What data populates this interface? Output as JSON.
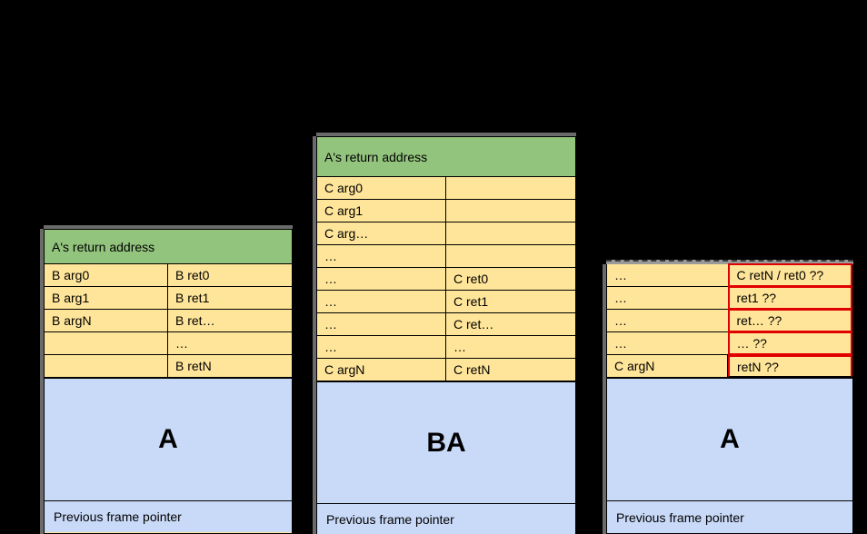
{
  "background_color": "#000000",
  "palette": {
    "header_green": "#93c47d",
    "cell_yellow": "#ffe599",
    "body_blue": "#c9daf8",
    "highlight_red": "#e00000",
    "border_black": "#000000",
    "shadow_gray": "#6b6b6b"
  },
  "diagrams": [
    {
      "id": "left",
      "header": "A's return address",
      "rows": [
        {
          "left": "B arg0",
          "right": "B ret0"
        },
        {
          "left": "B arg1",
          "right": "B ret1"
        },
        {
          "left": "B argN",
          "right": "B ret…"
        },
        {
          "left": "",
          "right": "…"
        },
        {
          "left": "",
          "right": "B retN"
        }
      ],
      "body_label": "A",
      "footer": "Previous frame pointer"
    },
    {
      "id": "middle",
      "header": "A's return address",
      "rows": [
        {
          "left": "C arg0",
          "right": ""
        },
        {
          "left": "C arg1",
          "right": ""
        },
        {
          "left": "C arg…",
          "right": ""
        },
        {
          "left": "…",
          "right": ""
        },
        {
          "left": "…",
          "right": "C ret0"
        },
        {
          "left": "…",
          "right": "C ret1"
        },
        {
          "left": "…",
          "right": "C ret…"
        },
        {
          "left": "…",
          "right": "…"
        },
        {
          "left": "C argN",
          "right": "C retN"
        }
      ],
      "body_label": "BA",
      "footer": "Previous frame pointer"
    },
    {
      "id": "right",
      "header": null,
      "rows": [
        {
          "left": "…",
          "right": "C retN / ret0 ??",
          "highlight": true
        },
        {
          "left": "…",
          "right": "ret1 ??",
          "highlight": true
        },
        {
          "left": "…",
          "right": "ret… ??",
          "highlight": true
        },
        {
          "left": "…",
          "right": "… ??",
          "highlight": true
        },
        {
          "left": "C argN",
          "right": "retN ??",
          "highlight": true
        }
      ],
      "body_label": "A",
      "footer": "Previous frame pointer"
    }
  ]
}
